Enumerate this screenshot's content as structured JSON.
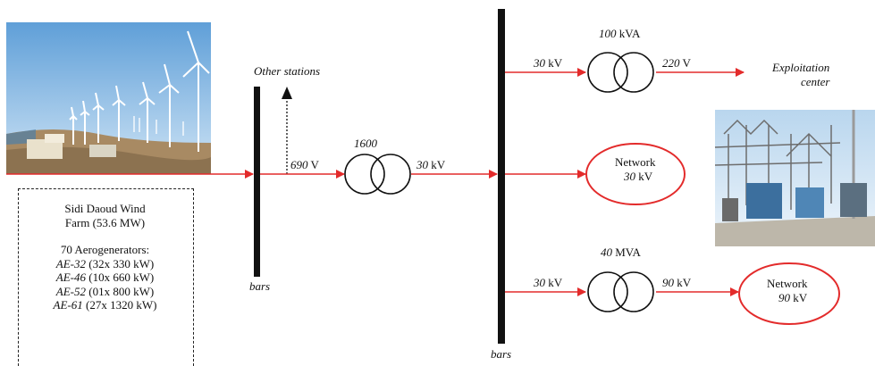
{
  "colors": {
    "line": "#e32b2b",
    "bar": "#111111",
    "sky": "#7fb6e4",
    "ground": "#a88a63"
  },
  "photos": {
    "wind_farm": "wind-farm-photo",
    "substation": "substation-photo"
  },
  "labels": {
    "other_stations": "Other stations",
    "bars_left": "bars",
    "bars_right": "bars",
    "v690_num": "690",
    "v690_unit": " V",
    "t1_rating": "1600",
    "t1_out_num": "30",
    "t1_out_unit": " kV",
    "top_in_num": "30",
    "top_in_unit": " kV",
    "top_rating_num": "100",
    "top_rating_unit": " kVA",
    "top_out_num": "220",
    "top_out_unit": " V",
    "exploitation_line1": "Exploitation",
    "exploitation_line2": "center",
    "net30_line1": "Network",
    "net30_num": "30",
    "net30_unit": " kV",
    "bot_in_num": "30",
    "bot_in_unit": " kV",
    "bot_rating_num": "40",
    "bot_rating_unit": " MVA",
    "bot_out_num": "90",
    "bot_out_unit": " kV",
    "net90_line1": "Network",
    "net90_num": "90",
    "net90_unit": " kV"
  },
  "farm": {
    "name_line1": "Sidi Daoud Wind",
    "name_line2": "Farm (53.6 MW)",
    "aero_title": "70 Aerogenerators:",
    "rows": [
      {
        "model": "AE-32",
        "spec": " (32x 330 kW)"
      },
      {
        "model": "AE-46",
        "spec": " (10x 660 kW)"
      },
      {
        "model": "AE-52",
        "spec": " (01x 800 kW)"
      },
      {
        "model": "AE-61",
        "spec": " (27x 1320 kW)"
      }
    ]
  }
}
